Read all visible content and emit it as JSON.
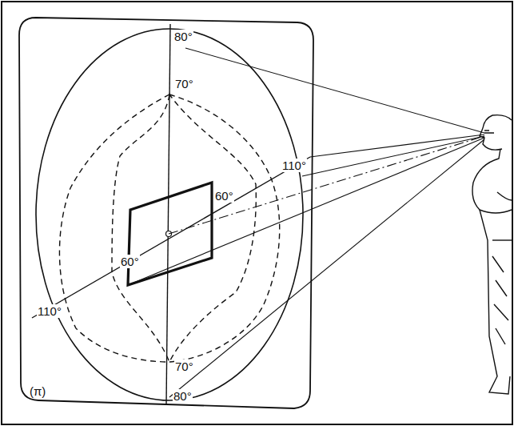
{
  "diagram": {
    "labels": [
      "80°",
      "70°",
      "110°",
      "60°",
      "60°",
      "110°",
      "70°",
      "80°",
      "(π)"
    ]
  }
}
